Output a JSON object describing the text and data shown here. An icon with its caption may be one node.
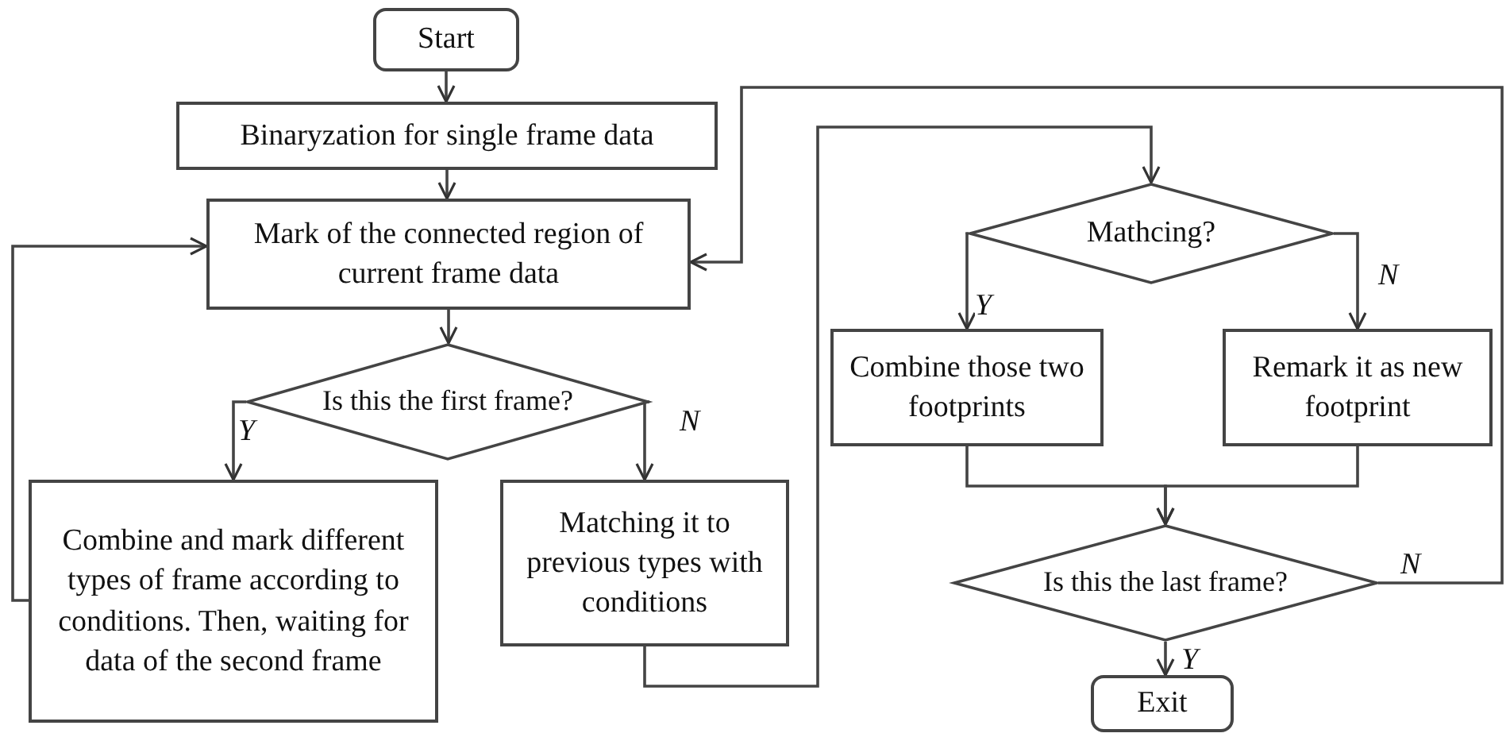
{
  "diagram": {
    "nodes": [
      {
        "text": [
          "Start"
        ]
      },
      {
        "text": [
          "Binaryzation for single frame data"
        ]
      },
      {
        "text": [
          "Mark of the connected region of current frame data"
        ]
      },
      {
        "text": [
          "Is this the first frame?"
        ]
      },
      {
        "text": [
          "Combine and mark different types of frame according to conditions. Then, waiting for data of the second frame"
        ]
      },
      {
        "text": [
          "Matching it to previous types with conditions"
        ]
      },
      {
        "text": [
          "Mathcing?"
        ]
      },
      {
        "text": [
          "Combine those two footprints"
        ]
      },
      {
        "text": [
          "Remark it as new footprint"
        ]
      },
      {
        "text": [
          "Is this the last frame?"
        ]
      },
      {
        "text": [
          "Exit"
        ]
      }
    ],
    "edges": [
      {
        "from": 0,
        "to": 1,
        "arrow": "to"
      },
      {
        "from": 1,
        "to": 2,
        "arrow": "to"
      },
      {
        "from": 2,
        "to": 3,
        "arrow": "to"
      },
      {
        "from": 3,
        "to": 4,
        "arrow": "to",
        "label": "Y"
      },
      {
        "from": 3,
        "to": 5,
        "arrow": "to",
        "label": "N"
      },
      {
        "from": 4,
        "to": 2,
        "arrow": "to"
      },
      {
        "from": 5,
        "to": 6,
        "arrow": "to"
      },
      {
        "from": 6,
        "to": 7,
        "arrow": "to",
        "label": "Y"
      },
      {
        "from": 6,
        "to": 8,
        "arrow": "to",
        "label": "N"
      },
      {
        "from": 7,
        "to": 9,
        "arrow": "to"
      },
      {
        "from": 8,
        "to": 9,
        "arrow": "to"
      },
      {
        "from": 9,
        "to": 10,
        "arrow": "to",
        "label": "Y"
      },
      {
        "from": 9,
        "to": 2,
        "arrow": "to",
        "label": "N"
      }
    ]
  }
}
